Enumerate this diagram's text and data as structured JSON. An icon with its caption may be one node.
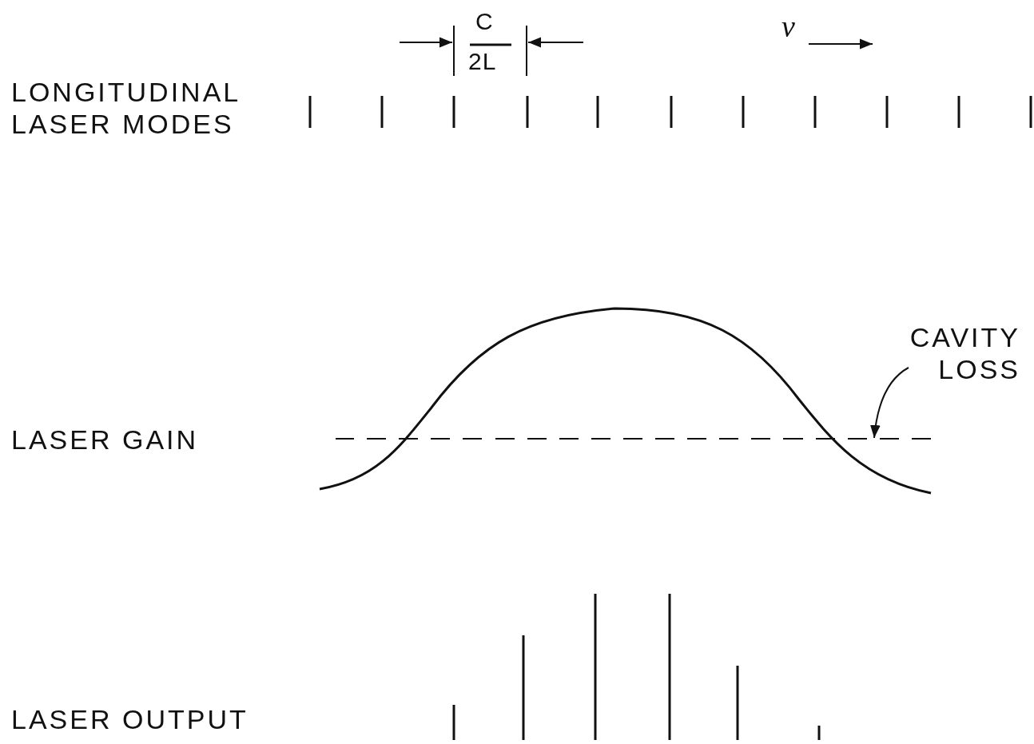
{
  "diagram": {
    "nodes": [
      {
        "text": [
          "CAVITY LOSS"
        ]
      },
      {
        "text": [],
        "shape": "line"
      }
    ],
    "edges": [
      {
        "from": 0,
        "to": 1,
        "arrow": "to"
      }
    ],
    "labels": [
      "LONGITUDINAL LASER MODES",
      "C",
      "2L",
      "ν",
      "LASER GAIN",
      "LASER OUTPUT"
    ]
  }
}
